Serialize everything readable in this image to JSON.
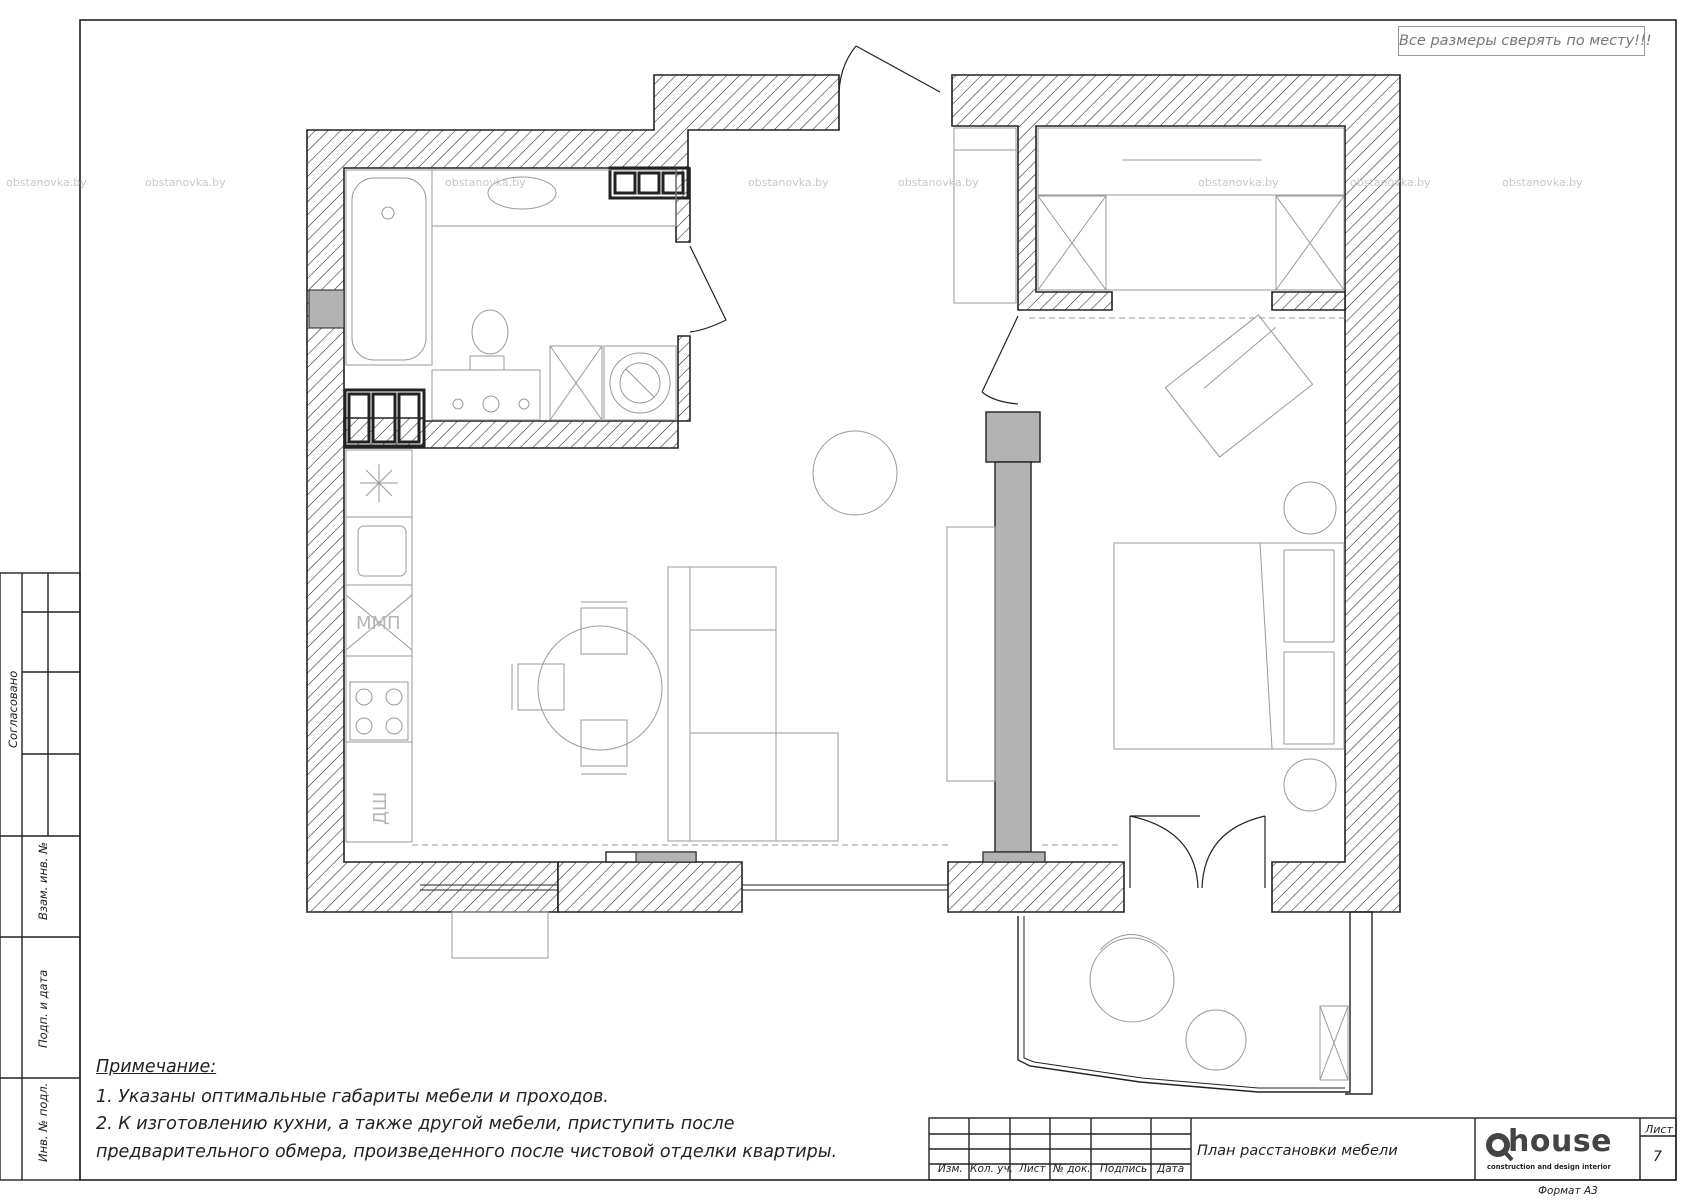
{
  "watermark": "obstanovka.by",
  "top_right_note": "Все размеры сверять по месту!!!",
  "notes": {
    "title": "Примечание:",
    "line1": "1. Указаны оптимальные габариты мебели и проходов.",
    "line2": "2. К изготовлению кухни, а также другой мебели, приступить после",
    "line3": "предварительного обмера, произведенного после чистовой отделки квартиры."
  },
  "appliance_labels": {
    "microwave": "ММП",
    "oven": "ДШ"
  },
  "side_stamp": {
    "agreed": "Согласовано",
    "inv_replace": "Взам. инв. №",
    "sign_date": "Подп. и дата",
    "inv_orig": "Инв. № подл."
  },
  "title_block": {
    "headers": [
      "Изм.",
      "Кол. уч.",
      "Лист",
      "№ док.",
      "Подпись",
      "Дата"
    ],
    "title": "План расстановки мебели",
    "sheet_label": "Лист",
    "sheet_number": "7",
    "logo_main": "house",
    "logo_sub": "construction and design interior",
    "format": "Формат А3"
  }
}
